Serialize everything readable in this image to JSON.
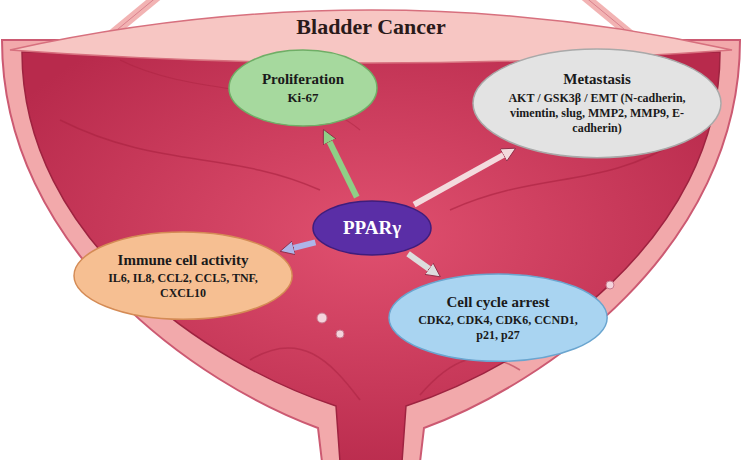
{
  "diagram": {
    "title": "Bladder Cancer",
    "nodes": [
      {
        "text": [
          "Proliferation",
          "Ki-67"
        ]
      },
      {
        "text": [
          "Metastasis",
          "AKT / GSK3β / EMT (N-cadherin, vimentin, slug, MMP2, MMP9, E-cadherin)"
        ]
      },
      {
        "text": [
          "PPARγ"
        ]
      },
      {
        "text": [
          "Immune cell activity",
          "IL6, IL8, CCL2, CCL5, TNF, CXCL10"
        ]
      },
      {
        "text": [
          "Cell cycle arrest",
          "CDK2, CDK4, CDK6, CCND1, p21, p27"
        ]
      }
    ],
    "edges": [
      {
        "from": 2,
        "to": 0,
        "arrow": "to"
      },
      {
        "from": 2,
        "to": 1,
        "arrow": "to"
      },
      {
        "from": 2,
        "to": 3,
        "arrow": "to"
      },
      {
        "from": 2,
        "to": 4,
        "arrow": "to"
      }
    ]
  }
}
